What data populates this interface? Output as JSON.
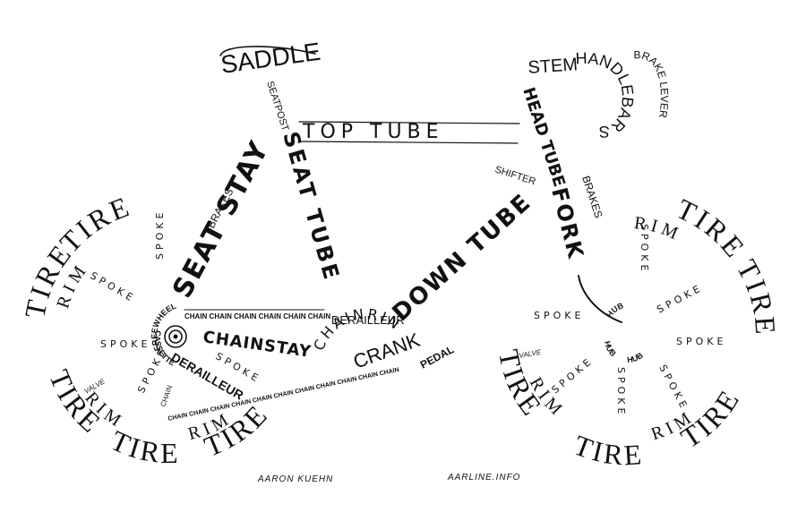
{
  "labels": {
    "saddle": "SADDLE",
    "seatpost": "SEATPOST",
    "top_tube": "TOP TUBE",
    "stem": "STEM",
    "handlebars": "HANDLEBARS",
    "brake_lever": "BRAKE LEVER",
    "head_tube": "HEAD TUBE",
    "shifter": "SHIFTER",
    "fork": "FORK",
    "brakes_front": "BRAKES",
    "brakes_rear": "BRAKES",
    "seat_stay": "SEAT STAY",
    "seat_tube": "SEAT TUBE",
    "down_tube": "DOWN TUBE",
    "chainstay": "CHAINSTAY",
    "derailleur_front": "DERAILLEUR",
    "chainring": "CHAINRING",
    "crank": "CRANK",
    "pedal": "PEDAL",
    "freewheel": "FREEWHEEL",
    "cassette": "CASSETTE",
    "derailleur_rear": "DERAILLEUR",
    "chain": "CHAIN",
    "chain_row_top": "CHAIN CHAIN CHAIN CHAIN CHAIN CHAIN",
    "chain_row_bottom": "CHAIN CHAIN CHAIN CHAIN CHAIN CHAIN CHAIN CHAIN CHAIN CHAIN CHAIN CHAIN CHAIN CHAIN",
    "tire": "TIRE",
    "rim": "RIM",
    "spoke": "SPOKE",
    "hub": "HUB",
    "valve": "VALVE"
  },
  "credits": {
    "author": "AARON KUEHN",
    "site": "AARLINE.INFO"
  }
}
